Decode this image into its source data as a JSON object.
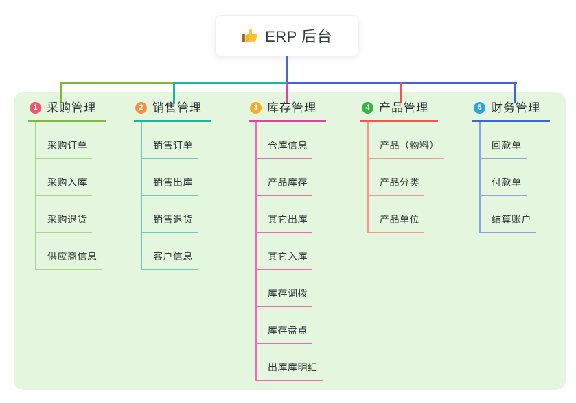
{
  "root": {
    "title": "ERP 后台",
    "icon": "thumbs-up-icon",
    "trunk_color": "#4a64d6"
  },
  "panel": {
    "background_color": "#e4f6de"
  },
  "branches": [
    {
      "number": "1",
      "name": "采购管理",
      "badge_color": "#f2566e",
      "line_color": "#7cb93e",
      "sub_line_color": "#a9d483",
      "items": [
        "采购订单",
        "采购入库",
        "采购退货",
        "供应商信息"
      ]
    },
    {
      "number": "2",
      "name": "销售管理",
      "badge_color": "#f78e42",
      "line_color": "#1db3a4",
      "sub_line_color": "#6bcabf",
      "items": [
        "销售订单",
        "销售出库",
        "销售退货",
        "客户信息"
      ]
    },
    {
      "number": "3",
      "name": "库存管理",
      "badge_color": "#fbab26",
      "line_color": "#e83e9e",
      "sub_line_color": "#f06ab5",
      "items": [
        "仓库信息",
        "产品库存",
        "其它出库",
        "其它入库",
        "库存调拨",
        "库存盘点",
        "出库库明细"
      ]
    },
    {
      "number": "4",
      "name": "产品管理",
      "badge_color": "#36b44a",
      "line_color": "#f8544b",
      "sub_line_color": "#f9968e",
      "items": [
        "产品（物料）",
        "产品分类",
        "产品单位"
      ]
    },
    {
      "number": "5",
      "name": "财务管理",
      "badge_color": "#27a5e2",
      "line_color": "#3c65d5",
      "sub_line_color": "#8ba3e2",
      "items": [
        "回款单",
        "付款单",
        "结算账户"
      ]
    }
  ]
}
